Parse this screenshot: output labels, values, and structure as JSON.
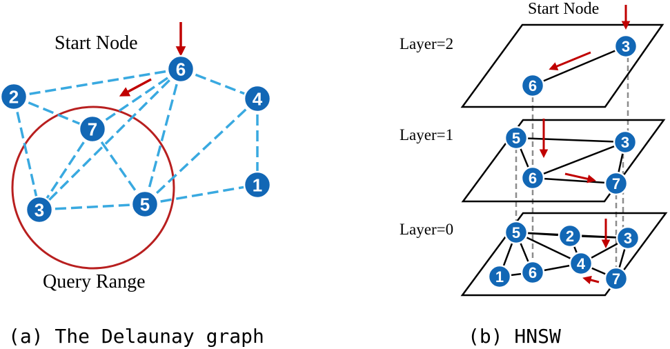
{
  "colors": {
    "node_fill": "#1267b5",
    "node_ring": "#ffffff",
    "dashed_edge": "#39a9e0",
    "solid_edge": "#000000",
    "arrow": "#c00000",
    "query_circle": "#b81f1f",
    "vertical_link": "#8c8c8c"
  },
  "panel_a": {
    "start_label": "Start Node",
    "query_label": "Query Range",
    "caption": "(a) The Delaunay graph",
    "nodes": [
      {
        "id": "a6",
        "label": "6"
      },
      {
        "id": "a2",
        "label": "2"
      },
      {
        "id": "a7",
        "label": "7"
      },
      {
        "id": "a4",
        "label": "4"
      },
      {
        "id": "a1",
        "label": "1"
      },
      {
        "id": "a3",
        "label": "3"
      },
      {
        "id": "a5",
        "label": "5"
      }
    ],
    "edges": [
      [
        "a2",
        "a6"
      ],
      [
        "a6",
        "a4"
      ],
      [
        "a2",
        "a7"
      ],
      [
        "a6",
        "a7"
      ],
      [
        "a6",
        "a3"
      ],
      [
        "a6",
        "a5"
      ],
      [
        "a2",
        "a3"
      ],
      [
        "a7",
        "a3"
      ],
      [
        "a7",
        "a5"
      ],
      [
        "a3",
        "a5"
      ],
      [
        "a4",
        "a5"
      ],
      [
        "a4",
        "a1"
      ],
      [
        "a5",
        "a1"
      ]
    ]
  },
  "panel_b": {
    "start_label": "Start Node",
    "caption": "(b) HNSW",
    "layers": [
      {
        "label": "Layer=2"
      },
      {
        "label": "Layer=1"
      },
      {
        "label": "Layer=0"
      }
    ],
    "nodes": [
      {
        "id": "l2_3",
        "label": "3"
      },
      {
        "id": "l2_6",
        "label": "6"
      },
      {
        "id": "l1_5",
        "label": "5"
      },
      {
        "id": "l1_3",
        "label": "3"
      },
      {
        "id": "l1_6",
        "label": "6"
      },
      {
        "id": "l1_7",
        "label": "7"
      },
      {
        "id": "l0_5",
        "label": "5"
      },
      {
        "id": "l0_2",
        "label": "2"
      },
      {
        "id": "l0_3",
        "label": "3"
      },
      {
        "id": "l0_1",
        "label": "1"
      },
      {
        "id": "l0_6",
        "label": "6"
      },
      {
        "id": "l0_4",
        "label": "4"
      },
      {
        "id": "l0_7",
        "label": "7"
      }
    ],
    "edges": [
      [
        "l2_3",
        "l2_6"
      ],
      [
        "l1_5",
        "l1_3"
      ],
      [
        "l1_5",
        "l1_6"
      ],
      [
        "l1_6",
        "l1_3"
      ],
      [
        "l1_6",
        "l1_7"
      ],
      [
        "l1_3",
        "l1_7"
      ],
      [
        "l0_5",
        "l0_2"
      ],
      [
        "l0_2",
        "l0_3"
      ],
      [
        "l0_5",
        "l0_4"
      ],
      [
        "l0_2",
        "l0_4"
      ],
      [
        "l0_3",
        "l0_4"
      ],
      [
        "l0_5",
        "l0_1"
      ],
      [
        "l0_5",
        "l0_6"
      ],
      [
        "l0_1",
        "l0_6"
      ],
      [
        "l0_6",
        "l0_4"
      ],
      [
        "l0_4",
        "l0_7"
      ],
      [
        "l0_3",
        "l0_7"
      ],
      [
        "l0_5",
        "l0_3"
      ]
    ]
  }
}
